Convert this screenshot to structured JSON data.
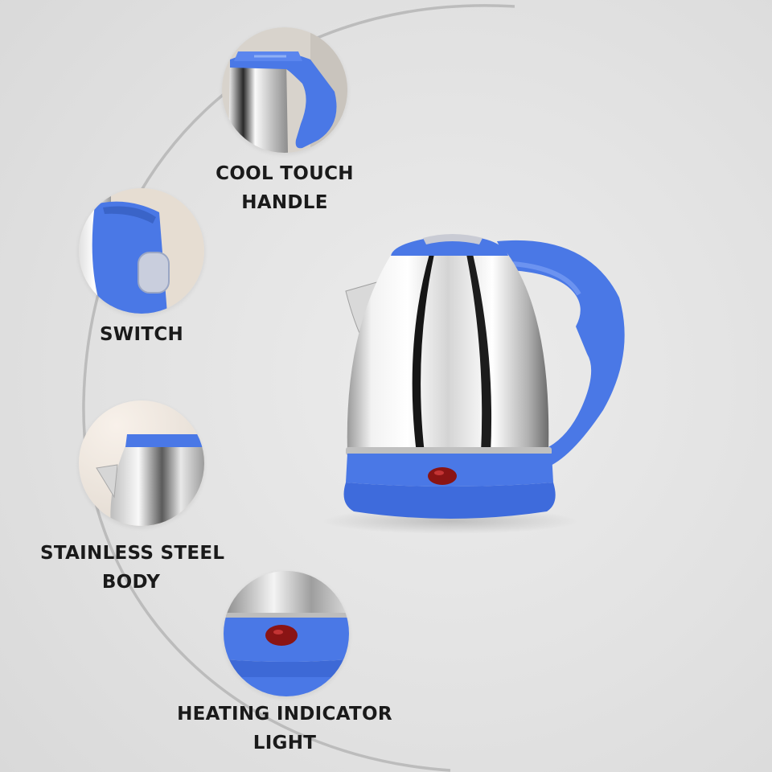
{
  "features": [
    {
      "id": "handle",
      "lines": [
        "COOL TOUCH",
        "HANDLE"
      ]
    },
    {
      "id": "switch",
      "lines": [
        "SWITCH"
      ]
    },
    {
      "id": "body",
      "lines": [
        "STAINLESS STEEL",
        "BODY"
      ]
    },
    {
      "id": "indicator",
      "lines": [
        "HEATING INDICATOR",
        "LIGHT"
      ]
    }
  ],
  "colors": {
    "background": "#e4e4e4",
    "accent_blue": "#4a78e6",
    "arc": "#b9b9b9",
    "label_text": "#1a1a1a",
    "indicator_red": "#8a1414"
  }
}
